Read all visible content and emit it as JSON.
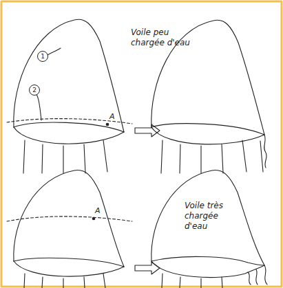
{
  "diagram": {
    "nodes": [
      {
        "text": [
          "1"
        ]
      },
      {
        "text": [
          "2"
        ]
      }
    ],
    "labels": [
      "Voile peu chargée d'eau",
      "A",
      "Voile très chargée d'eau",
      "A"
    ]
  }
}
